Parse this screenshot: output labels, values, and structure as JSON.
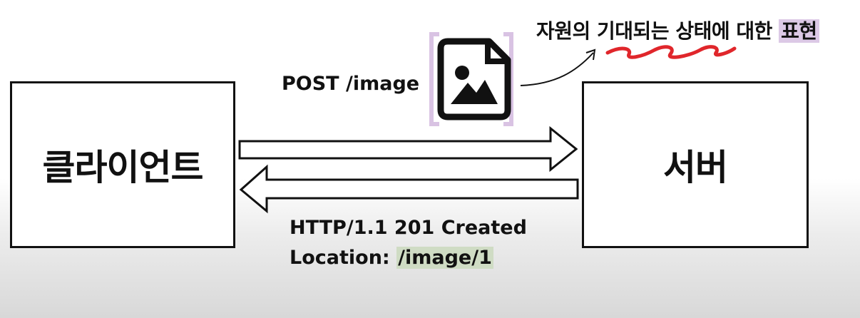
{
  "client": {
    "label": "클라이언트"
  },
  "server": {
    "label": "서버"
  },
  "request": {
    "line": "POST /image"
  },
  "response": {
    "status_line": "HTTP/1.1 201 Created",
    "location_key": "Location: ",
    "location_value": "/image/1"
  },
  "annotation": {
    "text": "자원의 기대되는 상태에 대한 ",
    "highlight": "표현"
  },
  "colors": {
    "bracket": "#d9c3e3",
    "wavy_underline": "#e0262b",
    "location_highlight": "#cfdcc4",
    "caption_highlight": "#dcc9e6"
  },
  "icons": {
    "resource": "image-file-icon"
  }
}
